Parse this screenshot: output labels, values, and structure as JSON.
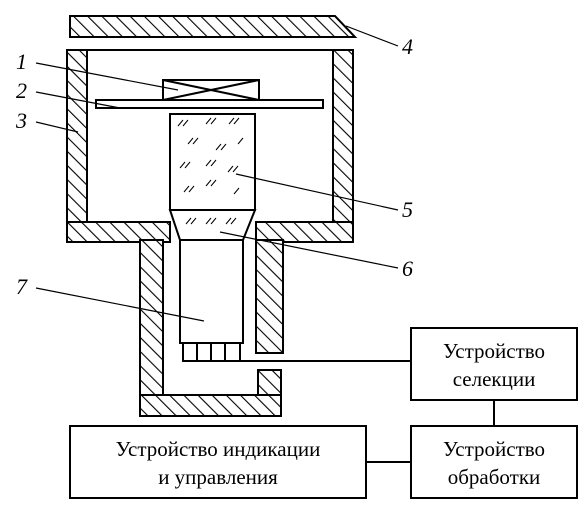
{
  "diagram": {
    "labels": {
      "n1": "1",
      "n2": "2",
      "n3": "3",
      "n4": "4",
      "n5": "5",
      "n6": "6",
      "n7": "7"
    },
    "boxes": {
      "selection": {
        "line1": "Устройство",
        "line2": "селекции"
      },
      "processing": {
        "line1": "Устройство",
        "line2": "обработки"
      },
      "indication": {
        "line1": "Устройство индикации",
        "line2": "и управления"
      }
    },
    "colors": {
      "stroke": "#000000",
      "background": "#ffffff"
    }
  }
}
